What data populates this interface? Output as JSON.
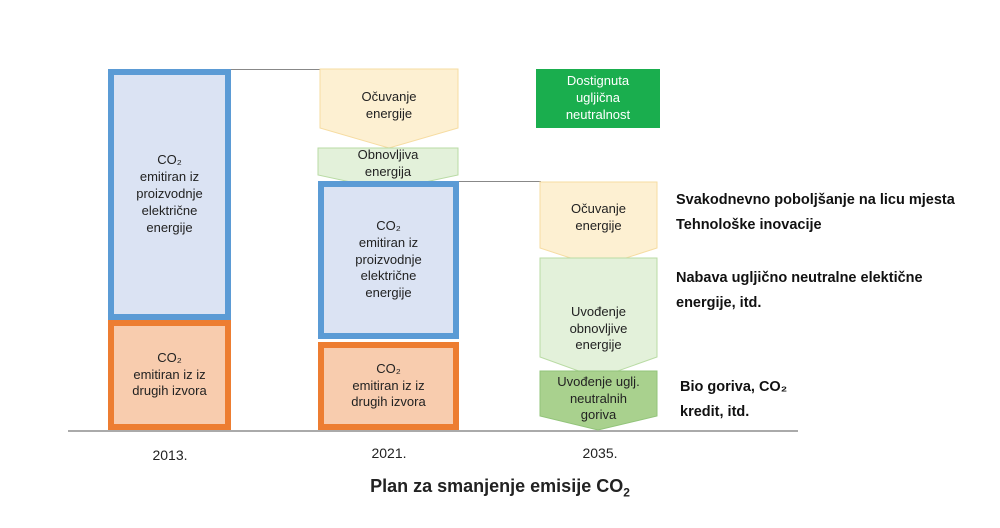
{
  "col2013": {
    "co2_power": "CO₂\nemitiran iz\nproizvodnje\nelektrične\nenergije",
    "co2_other": "CO₂\nemitiran iz iz\ndrugih izvora",
    "year": "2013."
  },
  "col2021": {
    "saving": "Očuvanje\nenergije",
    "renewable": "Obnovljiva\nenergija",
    "co2_power": "CO₂\nemitiran iz\nproizvodnje\nelektrične\nenergije",
    "co2_other": "CO₂\nemitiran iz iz\ndrugih izvora",
    "year": "2021."
  },
  "col2035": {
    "neutrality": "Dostignuta\nugljična\nneutralnost",
    "saving": "Očuvanje\nenergije",
    "renewable": "Uvođenje\nobnovljive\nenergije",
    "fuels": "Uvođenje uglj.\nneutralnih\ngoriva",
    "year": "2035."
  },
  "side_notes": {
    "note1": "Svakodnevno poboljšanje na licu mjesta\nTehnološke inovacije",
    "note2": "Nabava ugljično neutralne elektične\nenergije, itd.",
    "note3": "Bio goriva, CO₂\nkredit, itd."
  },
  "title": {
    "main": "Plan za smanjenje emisije CO",
    "sub": "2"
  },
  "colors": {
    "blue_border": "#5b9bd5",
    "blue_fill": "#dbe3f3",
    "orange_border": "#ed7d31",
    "orange_fill": "#f8ccae",
    "saving_fill": "#fdf0d2",
    "renewable_fill": "#e3f1da",
    "fuel_fill": "#a9d18e",
    "neutral_fill": "#1aae4e"
  }
}
